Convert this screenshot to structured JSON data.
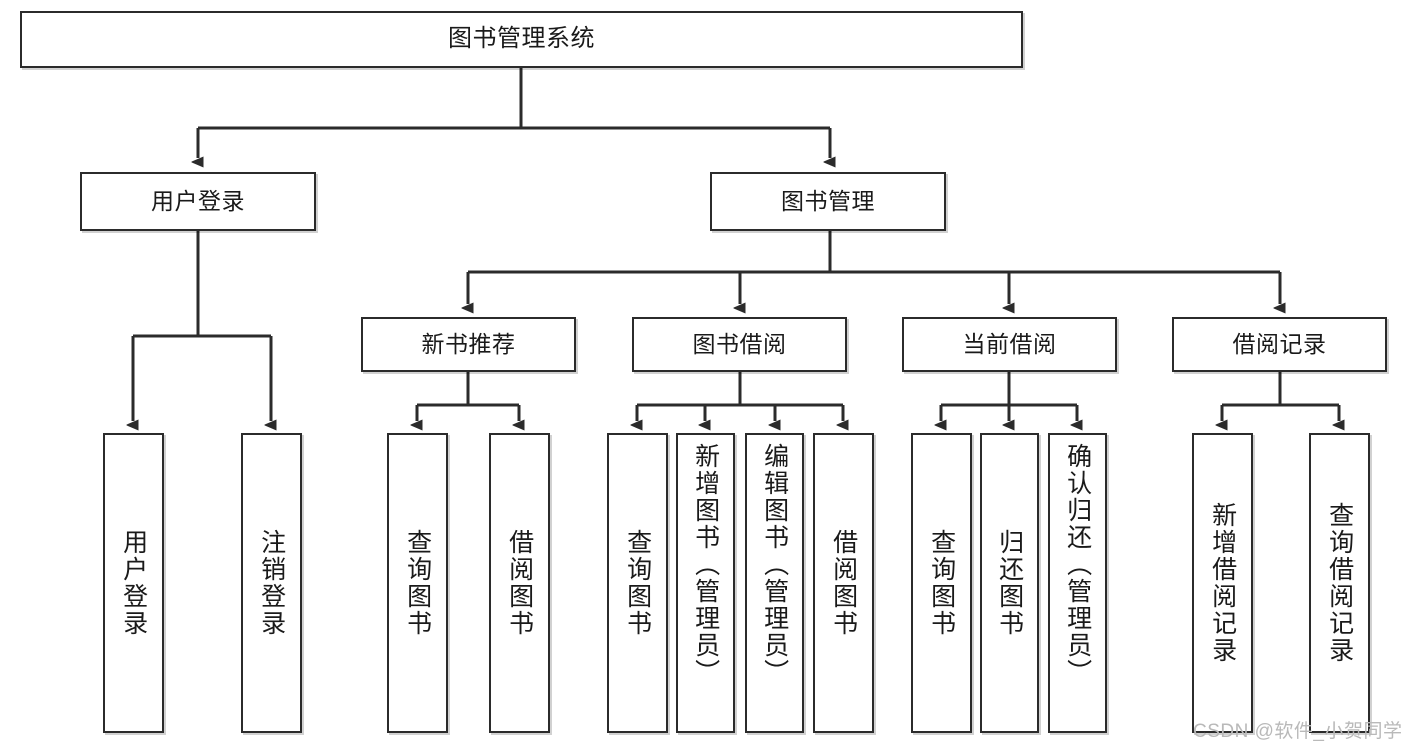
{
  "diagram": {
    "title": "图书管理系统",
    "type": "tree-hierarchy-diagram",
    "colors": {
      "box_border": "#2b2b2b",
      "box_fill": "#ffffff",
      "connector": "#2b2b2b",
      "watermark": "#b9b9b9",
      "background": "#ffffff"
    },
    "root": {
      "label": "图书管理系统"
    },
    "level2": [
      {
        "label": "用户登录"
      },
      {
        "label": "图书管理"
      }
    ],
    "level3": [
      {
        "label": "新书推荐"
      },
      {
        "label": "图书借阅"
      },
      {
        "label": "当前借阅"
      },
      {
        "label": "借阅记录"
      }
    ],
    "leaves": {
      "user_login": [
        {
          "label": "用户登录"
        },
        {
          "label": "注销登录"
        }
      ],
      "new_book_recommend": [
        {
          "label": "查询图书"
        },
        {
          "label": "借阅图书"
        }
      ],
      "book_borrow": [
        {
          "label": "查询图书"
        },
        {
          "label": "新增图书（管理员）"
        },
        {
          "label": "编辑图书（管理员）"
        },
        {
          "label": "借阅图书"
        }
      ],
      "current_borrow": [
        {
          "label": "查询图书"
        },
        {
          "label": "归还图书"
        },
        {
          "label": "确认归还（管理员）"
        }
      ],
      "borrow_record": [
        {
          "label": "新增借阅记录"
        },
        {
          "label": "查询借阅记录"
        }
      ]
    },
    "watermark": "CSDN @软件_小贺同学"
  }
}
